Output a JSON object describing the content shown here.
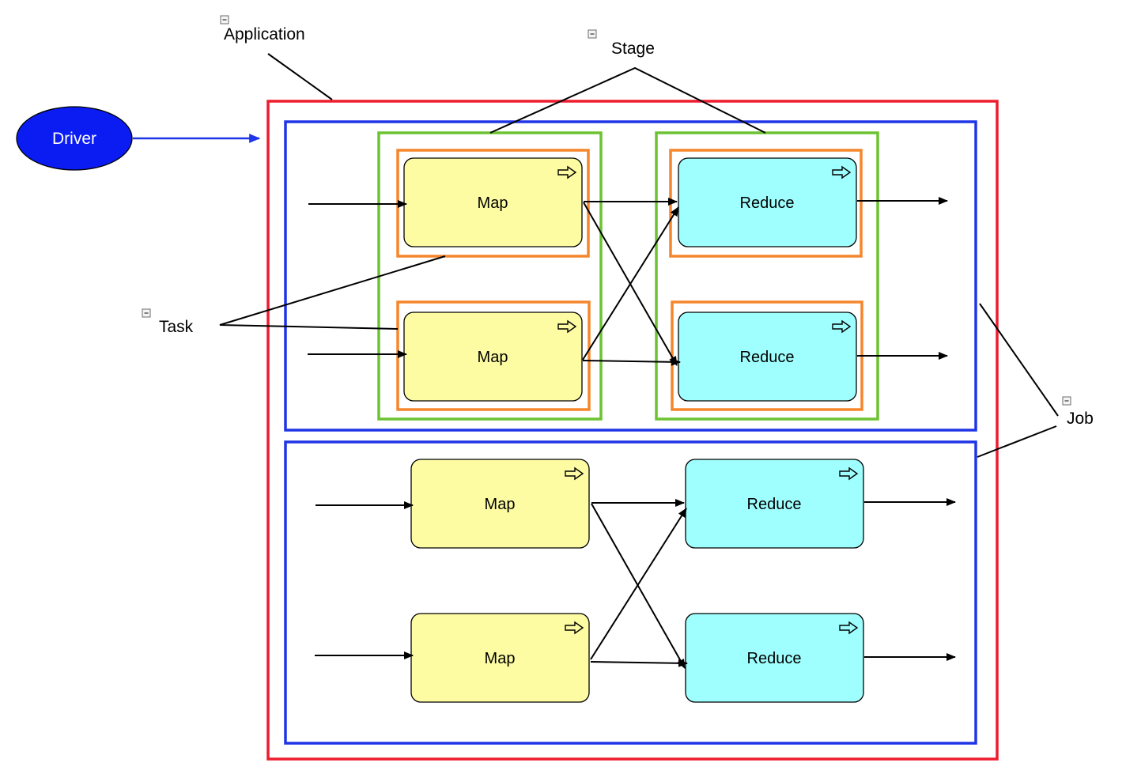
{
  "labels": {
    "application": "Application",
    "stage": "Stage",
    "task": "Task",
    "job": "Job",
    "driver": "Driver"
  },
  "nodes": {
    "job1_map_top": "Map",
    "job1_map_bottom": "Map",
    "job1_reduce_top": "Reduce",
    "job1_reduce_bottom": "Reduce",
    "job2_map_top": "Map",
    "job2_map_bottom": "Map",
    "job2_reduce_top": "Reduce",
    "job2_reduce_bottom": "Reduce"
  },
  "colors": {
    "application_border": "#ee1c2e",
    "job_border": "#1f35e6",
    "stage_border": "#6cc331",
    "task_border": "#f5862c",
    "map_fill": "#fdfca3",
    "reduce_fill": "#9ffffe",
    "driver_fill": "#0a1cf2",
    "driver_arrow": "#1f35e6"
  },
  "icons": {
    "collapse": "collapse-icon",
    "expand_arrow": "expand-arrow-icon"
  }
}
